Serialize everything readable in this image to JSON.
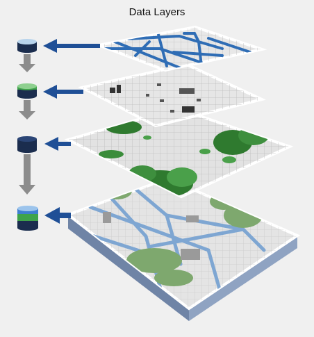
{
  "title": "Data Layers",
  "colors": {
    "background": "#f0f0f0",
    "road": "#2f6db5",
    "arrow": "#1f4f96",
    "grid": "#bdbdbd",
    "tree": "#3d8a3a",
    "base_side": "#7a8fb0",
    "cylinder_dark": "#1b2d4e"
  },
  "layers": [
    {
      "name": "roads",
      "cylinder_band": "light-blue-band"
    },
    {
      "name": "buildings",
      "cylinder_band": "green-band"
    },
    {
      "name": "vegetation",
      "cylinder_band": "dark-blue-band"
    },
    {
      "name": "composite",
      "cylinder_band": "blue-green-stack"
    }
  ]
}
